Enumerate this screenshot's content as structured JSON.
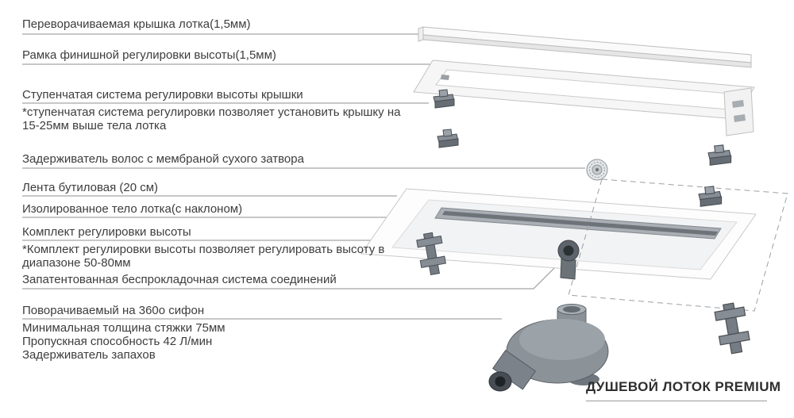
{
  "labels": {
    "cover": "Переворачиваемая крышка лотка(1,5мм)",
    "frame": "Рамка финишной регулировки высоты(1,5мм)",
    "step_system": "Ступенчатая система регулировки высоты крышки",
    "step_system_note": [
      "*ступенчатая система регулировки позволяет установить крышку на",
      "15-25мм выше тела лотка"
    ],
    "hair_trap": "Задерживатель волос с мембраной сухого затвора",
    "tape": "Лента бутиловая (20 см)",
    "body": "Изолированное тело лотка(с наклоном)",
    "height_kit": "Комплект регулировки высоты",
    "height_kit_note": [
      "*Комплект регулировки высоты позволяет регулировать высоту в",
      "диапазоне 50-80мм"
    ],
    "connection": "Запатентованная беспрокладочная система соединений",
    "siphon": [
      "Поворачиваемый на 360о сифон",
      "Минимальная толщина стяжки 75мм",
      "Пропускная способность 42 Л/мин",
      "Задерживатель запахов"
    ]
  },
  "brand": "ДУШЕВОЙ ЛОТОК PREMIUM",
  "colors": {
    "text": "#3d3d3d",
    "leader_line": "#8f8f8f",
    "part_dark": "#6e757c",
    "part_light": "#f5f5f5",
    "channel_gray": "#a9afb4"
  },
  "illustration_parts": [
    "drain-cover",
    "finish-adjust-frame",
    "step-adjust-clips",
    "hair-trap-membrane",
    "butyl-tape-outline",
    "drain-body",
    "height-adjust-brackets",
    "connection-outlet",
    "rotating-siphon"
  ]
}
